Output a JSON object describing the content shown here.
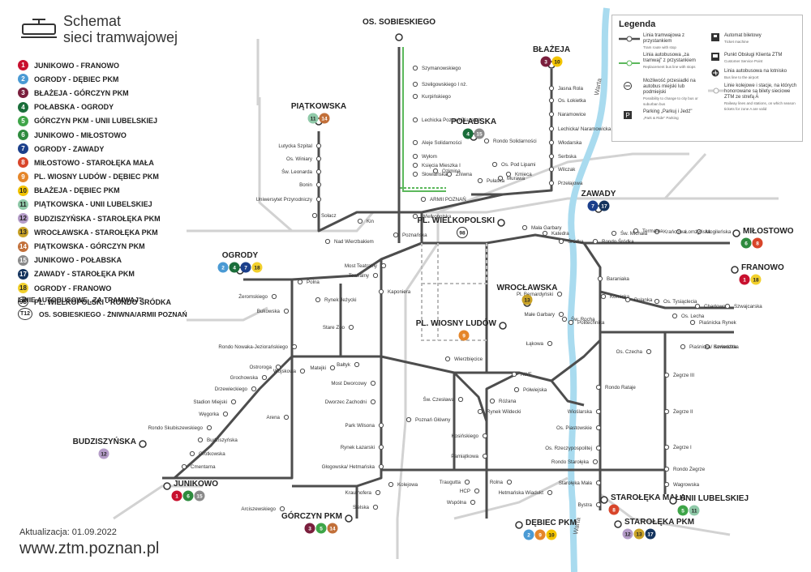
{
  "header": {
    "title_line1": "Schemat",
    "title_line2": "sieci tramwajowej"
  },
  "lines": [
    {
      "num": "1",
      "name": "JUNIKOWO - FRANOWO",
      "color": "#c8102e",
      "text": "#ffffff"
    },
    {
      "num": "2",
      "name": "OGRODY - DĘBIEC PKM",
      "color": "#4a9ad4",
      "text": "#ffffff"
    },
    {
      "num": "3",
      "name": "BŁAŻEJA - GÓRCZYN PKM",
      "color": "#7a1f3d",
      "text": "#ffffff"
    },
    {
      "num": "4",
      "name": "POŁABSKA - OGRODY",
      "color": "#1a6e3a",
      "text": "#ffffff"
    },
    {
      "num": "5",
      "name": "GÓRCZYN PKM - UNII LUBELSKIEJ",
      "color": "#3ea548",
      "text": "#ffffff"
    },
    {
      "num": "6",
      "name": "JUNIKOWO - MIŁOSTOWO",
      "color": "#2e8b3e",
      "text": "#ffffff"
    },
    {
      "num": "7",
      "name": "OGRODY - ZAWADY",
      "color": "#1b3f8b",
      "text": "#ffffff"
    },
    {
      "num": "8",
      "name": "MIŁOSTOWO - STAROŁĘKA MAŁA",
      "color": "#d8452a",
      "text": "#ffffff"
    },
    {
      "num": "9",
      "name": "PL. WIOSNY LUDÓW - DĘBIEC PKM",
      "color": "#e5862a",
      "text": "#ffffff"
    },
    {
      "num": "10",
      "name": "BŁAŻEJA - DĘBIEC PKM",
      "color": "#f3c400",
      "text": "#222222"
    },
    {
      "num": "11",
      "name": "PIĄTKOWSKA - UNII LUBELSKIEJ",
      "color": "#8fc9a8",
      "text": "#222222"
    },
    {
      "num": "12",
      "name": "BUDZISZYŃSKA - STAROŁĘKA PKM",
      "color": "#b49cc8",
      "text": "#222222"
    },
    {
      "num": "13",
      "name": "WROCŁAWSKA - STAROŁĘKA PKM",
      "color": "#c9a227",
      "text": "#222222"
    },
    {
      "num": "14",
      "name": "PIĄTKOWSKA - GÓRCZYN PKM",
      "color": "#c2703a",
      "text": "#ffffff"
    },
    {
      "num": "15",
      "name": "JUNIKOWO - POŁABSKA",
      "color": "#8a8a8a",
      "text": "#ffffff"
    },
    {
      "num": "17",
      "name": "ZAWADY - STAROŁĘKA PKM",
      "color": "#14345e",
      "text": "#ffffff"
    },
    {
      "num": "18",
      "name": "OGRODY - FRANOWO",
      "color": "#f2d02c",
      "text": "#222222"
    },
    {
      "num": "98",
      "name": "PL. WIELKOPOLSKI - RONDO ŚRÓDKA",
      "color": "#ffffff",
      "text": "#222222",
      "outline": true
    }
  ],
  "bus": {
    "heading": "LINIE AUTOBUSOWE „ZA TRAMWAJ\":",
    "num": "T12",
    "name": "OS. SOBIESKIEGO - ŻNIWNA/ARMII POZNAŃ"
  },
  "footer": {
    "update": "Aktualizacja: 01.09.2022",
    "website": "www.ztm.poznan.pl"
  },
  "legend": {
    "title": "Legenda",
    "items": [
      {
        "label": "Linia tramwajowa z przystankiem",
        "sub": "Tram route with stop"
      },
      {
        "label": "Linia autobusowa „za tramwaj\" z przystankiem",
        "sub": "Replacement bus line with stops"
      },
      {
        "label": "Możliwość przesiadki na autobus miejski lub podmiejski",
        "sub": "Possibility to change to city bus or suburban bus"
      },
      {
        "label": "Parking „Parkuj i Jedź\"",
        "sub": "„Park & Ride\" Parking"
      },
      {
        "label": "Automat biletowy",
        "sub": "Ticket machine"
      },
      {
        "label": "Punkt Obsługi Klienta ZTM",
        "sub": "Customer Service Point"
      },
      {
        "label": "Linia autobusowa na lotnisko",
        "sub": "Bus line to the airport"
      },
      {
        "label": "Linie kolejowe i stacje, na których honorowane są bilety sieciowe ZTM ze strefą A",
        "sub": "Railway lines and stations, on which season tickets for zone A are valid"
      }
    ]
  },
  "river": {
    "name": "Warta"
  },
  "terminals": [
    {
      "id": "sobieskiego",
      "name": "OS. SOBIESKIEGO"
    },
    {
      "id": "blazeja",
      "name": "BŁAŻEJA"
    },
    {
      "id": "piatkowska",
      "name": "PIĄTKOWSKA"
    },
    {
      "id": "polabska",
      "name": "POŁABSKA"
    },
    {
      "id": "zawady",
      "name": "ZAWADY"
    },
    {
      "id": "plwielkopolski",
      "name": "PL. WIELKOPOLSKI"
    },
    {
      "id": "milostowo",
      "name": "MIŁOSTOWO"
    },
    {
      "id": "ogrody",
      "name": "OGRODY"
    },
    {
      "id": "franowo",
      "name": "FRANOWO"
    },
    {
      "id": "wroclawska",
      "name": "WROCŁAWSKA"
    },
    {
      "id": "plwiosny",
      "name": "PL. WIOSNY LUDÓW"
    },
    {
      "id": "budziszynska",
      "name": "BUDZISZYŃSKA"
    },
    {
      "id": "junikowo",
      "name": "JUNIKOWO"
    },
    {
      "id": "gorczyn",
      "name": "GÓRCZYN PKM"
    },
    {
      "id": "debiec",
      "name": "DĘBIEC PKM"
    },
    {
      "id": "starolekamala",
      "name": "STAROŁĘKA MAŁA"
    },
    {
      "id": "unii",
      "name": "UNII LUBELSKIEJ"
    },
    {
      "id": "starolekapkm",
      "name": "STAROŁĘKA PKM"
    }
  ],
  "stations": [
    "Szymanowskiego",
    "Szeligowskiego I nż.",
    "Kurpińskiego",
    "Lechicka Poznań Plaza nż.",
    "Aleje Solidarności",
    "Wyłom",
    "Księcia Mieszka I",
    "Słowiańska",
    "Jasna Rola",
    "Os. Łokietka",
    "Naramowice",
    "Lechicka/ Naramowicka",
    "Włodarska",
    "Serbska",
    "Wilczak",
    "Przełajowa",
    "Rondo Solidarności",
    "Os. Pod Lipami",
    "Murawa",
    "Kmieca",
    "Żniwna",
    "Ozimina",
    "Pułaska",
    "ARMII POZNAŃ",
    "Lutycka Szpital",
    "Os. Winiary",
    "Św. Leonarda",
    "Bonin",
    "Uniwersytet Przyrodniczy",
    "Sołacz",
    "Nad Wierzbakiem",
    "Kin",
    "Wielkopolska",
    "Poznańska",
    "Most Teatralny",
    "Żeromskiego",
    "Bukowska",
    "Polna",
    "Rynek Jeżycki",
    "Stare Zoo",
    "Kaponiera",
    "Rondo Nowaka-Jeziorańskiego",
    "Ostroroga",
    "Grochowska",
    "Drzewieckiego",
    "Stadion Miejski",
    "Węgorka",
    "Rondo Skubiszewskiego",
    "Budziszyńska",
    "Grotkowska",
    "Cmentarna",
    "Wojskowa",
    "Matejki",
    "Bałtyk",
    "Arena",
    "Most Dworcowy",
    "Dworzec Zachodni",
    "Park Wilsona",
    "Rynek Łazarski",
    "Głogowska/ Hetmańska",
    "Krauthofera",
    "Sielska",
    "Arciszewskiego",
    "Kolejowa",
    "Poznań Główny",
    "Wierzbięcice",
    "Św. Czesława",
    "Rynek Wildecki",
    "Różana",
    "Półwiejska",
    "AWF",
    "Łąkowa",
    "Kosińskiego",
    "Pamiątkowa",
    "Traugutta",
    "HCP",
    "Wspólna",
    "Rolna",
    "Hetmańska Wiadukt",
    "Mała Garbary",
    "Katedra",
    "Śródka",
    "Rondo Śródka",
    "Św. Michała",
    "Termalna",
    "Krańcowa",
    "Łomżyńska",
    "Mogileńska",
    "Baraniaka",
    "Kórnicka",
    "Polanka",
    "Os. Tysiąclecia",
    "Os. Lecha",
    "Piaśnicka Rynek",
    "Chartowo",
    "Szwajcarska",
    "Os. Czecha",
    "Piaśnicka/ Kurlandzka",
    "Szwedzka",
    "Żegrze III",
    "Żegrze II",
    "Żegrze I",
    "Rondo Żegrze",
    "Wagrowska",
    "Pl. Bernardyński",
    "Małe Garbary",
    "Św. Rocha",
    "Politechnika",
    "Rondo Rataje",
    "Wioślarska",
    "Os. Piastowskie",
    "Os. Rzeczypospolitej",
    "Rondo Starołęka",
    "Starołęka Mała",
    "Bystra",
    "Teatralny"
  ]
}
